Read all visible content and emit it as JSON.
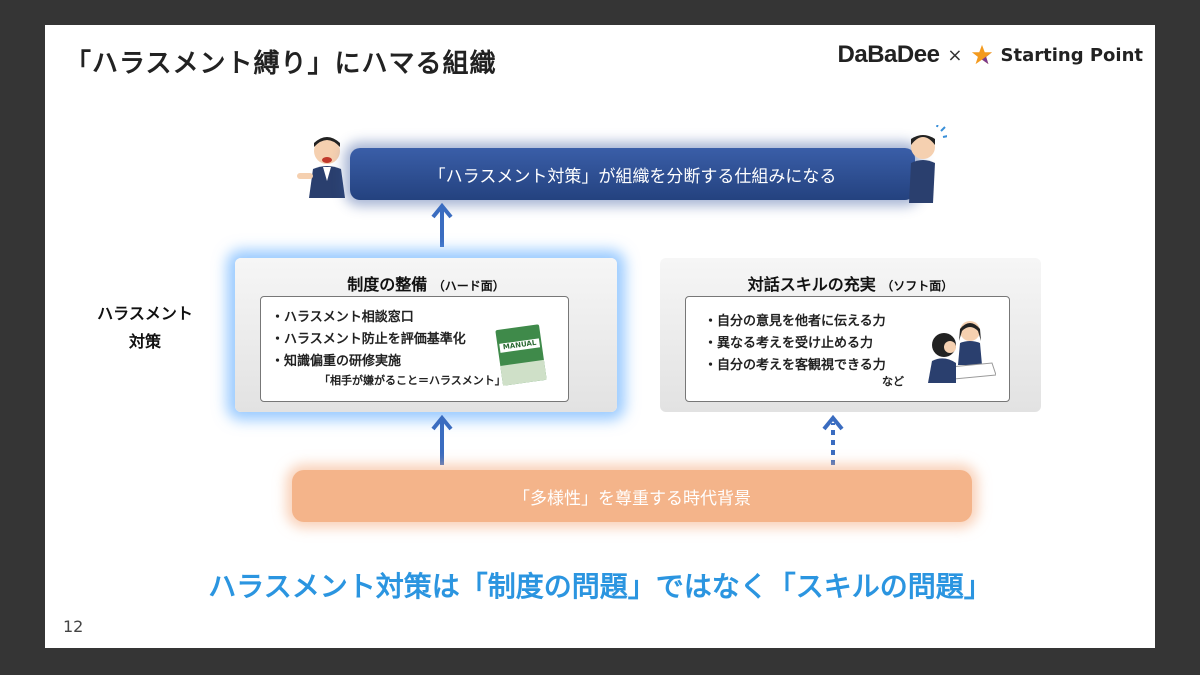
{
  "slide": {
    "title": "「ハラスメント縛り」にハマる組織",
    "logo": {
      "left": "DaBaDee",
      "separator": "×",
      "right": "Starting Point"
    },
    "top_bar": "「ハラスメント対策」が組織を分断する仕組みになる",
    "side_label": [
      "ハラスメント",
      "対策"
    ],
    "hard": {
      "title": "制度の整備",
      "sub": "（ハード面）",
      "items": [
        "・ハラスメント相談窓口",
        "・ハラスメント防止を評価基準化",
        "・知識偏重の研修実施"
      ],
      "note": "「相手が嫌がること＝ハラスメント」",
      "image_label": "MANUAL"
    },
    "soft": {
      "title": "対話スキルの充実",
      "sub": "（ソフト面）",
      "items": [
        "・自分の意見を他者に伝える力",
        "・異なる考えを受け止める力",
        "・自分の考えを客観視できる力"
      ],
      "note": "など"
    },
    "background_bar": "「多様性」を尊重する時代背景",
    "conclusion": "ハラスメント対策は「制度の問題」ではなく「スキルの問題」",
    "page_number": "12"
  },
  "colors": {
    "navy": "#2d4f8f",
    "accent_blue": "#2b95e0",
    "orange": "#f4b48a",
    "arrow": "#3a6cc0"
  }
}
